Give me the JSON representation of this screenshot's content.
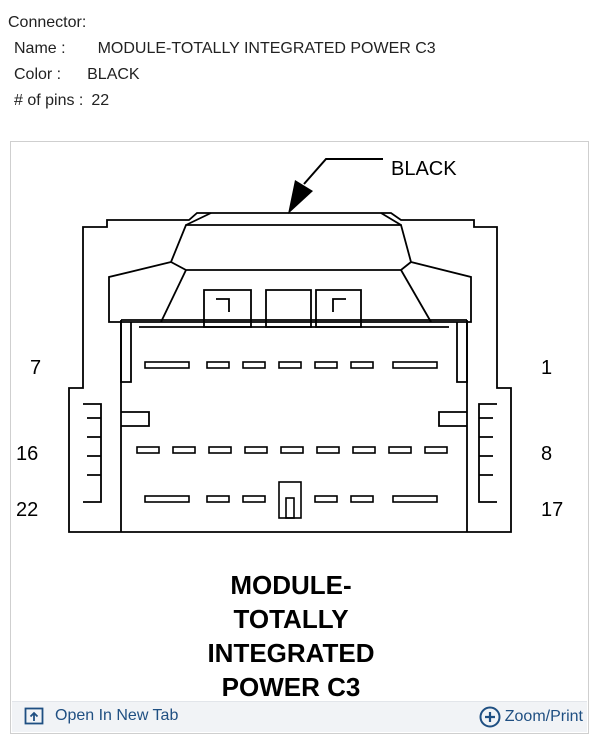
{
  "connector": {
    "heading": "Connector:",
    "name_label": "Name :",
    "name_value": "MODULE-TOTALLY INTEGRATED POWER C3",
    "color_label": "Color :",
    "color_value": "BLACK",
    "pins_label": "# of pins :",
    "pins_value": "22"
  },
  "diagram": {
    "callout": "BLACK",
    "pin_labels": {
      "top_left": "7",
      "top_right": "1",
      "mid_left": "16",
      "mid_right": "8",
      "bottom_left": "22",
      "bottom_right": "17"
    },
    "caption_lines": [
      "MODULE-",
      "TOTALLY",
      "INTEGRATED",
      "POWER C3"
    ]
  },
  "footer": {
    "open_label": "Open In New Tab",
    "open_icon": "open-new-tab-icon",
    "zoom_label": "Zoom/Print",
    "zoom_icon": "zoom-plus-icon",
    "link_color": "#1f4f82"
  }
}
